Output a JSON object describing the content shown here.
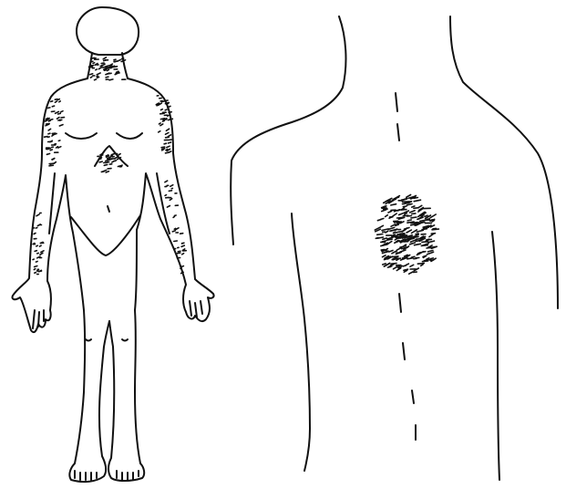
{
  "figure": {
    "background": "#ffffff",
    "ink_color": "#111111",
    "panels": [
      {
        "id": "front",
        "subject": "full-body-front-view",
        "marked_regions": [
          "neck",
          "shoulders",
          "upper-arms",
          "forearms",
          "epigastric"
        ]
      },
      {
        "id": "back",
        "subject": "back-torso-view",
        "marked_regions": [
          "mid-back-patch"
        ]
      }
    ]
  }
}
